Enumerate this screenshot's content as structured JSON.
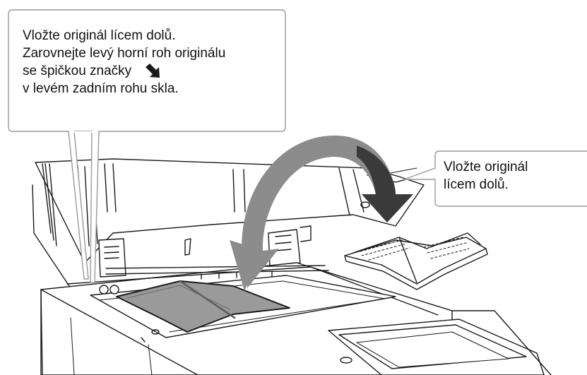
{
  "colors": {
    "outline": "#1a1a1a",
    "callout_fill": "#ffffff",
    "callout_border": "#9a9a9a",
    "arrow_gray": "#8c8c8c",
    "arrow_dark": "#3a3a3a",
    "document_gray": "#9a9a9a",
    "machine_fill": "#ffffff"
  },
  "left_callout": {
    "line1": "Vložte originál lícem dolů.",
    "line2": "Zarovnejte levý horní roh originálu",
    "line3": "se špičkou značky",
    "line4": "v levém zadním rohu skla.",
    "mark_icon": "diagonal-arrow-mark-icon"
  },
  "right_callout": {
    "line1": "Vložte originál",
    "line2": "lícem dolů."
  },
  "illustration": {
    "icons": [
      "open-book-icon",
      "flip-arrow-icon",
      "document-on-glass-icon"
    ]
  }
}
